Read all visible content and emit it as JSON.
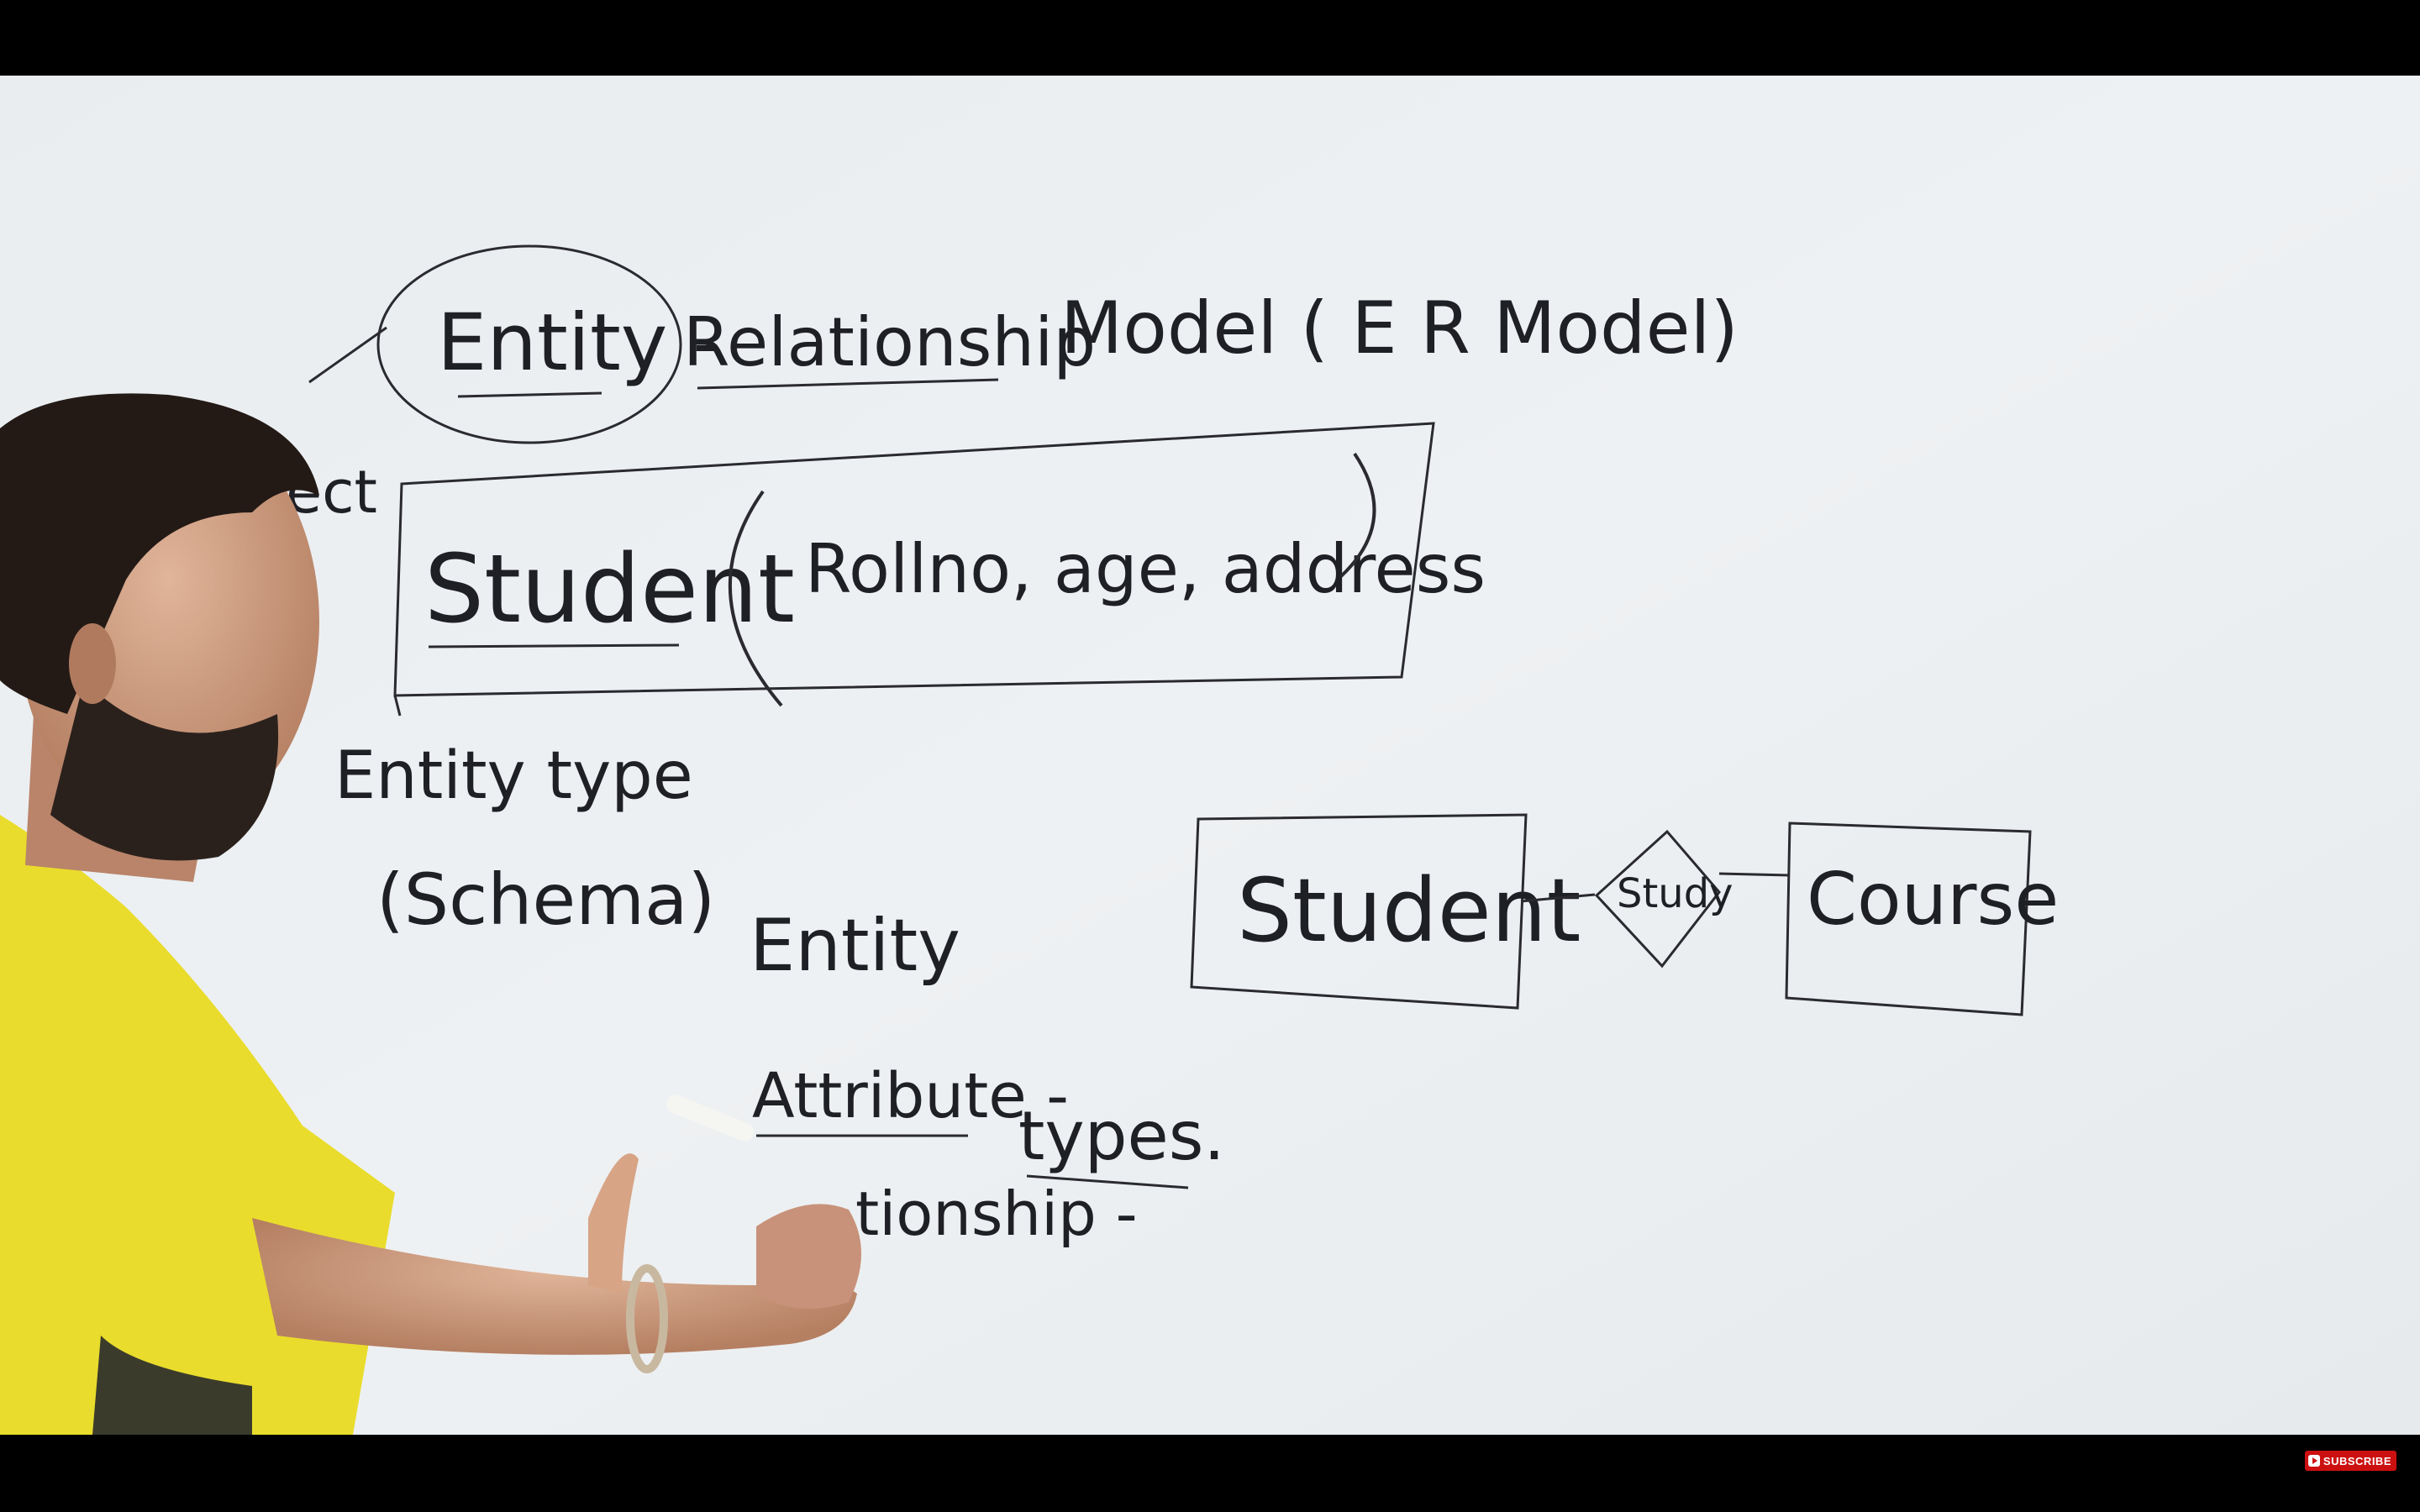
{
  "board": {
    "title_word1": "Entity -",
    "title_word2": "Relationship",
    "title_rest": "Model ( E R Model)",
    "side_fragment": "ect",
    "schema_entity": "Student",
    "schema_attributes": "Rollno, age, address",
    "entity_type_label": "Entity type",
    "schema_label": "(Schema)",
    "topic_entity": "Entity",
    "topic_attribute": "Attribute -",
    "topic_types": "types.",
    "topic_relationship": "tionship -",
    "diagram_entity_left": "Student",
    "diagram_relationship": "Study",
    "diagram_entity_right": "Course"
  },
  "overlay": {
    "subscribe_label": "SUBSCRIBE"
  }
}
